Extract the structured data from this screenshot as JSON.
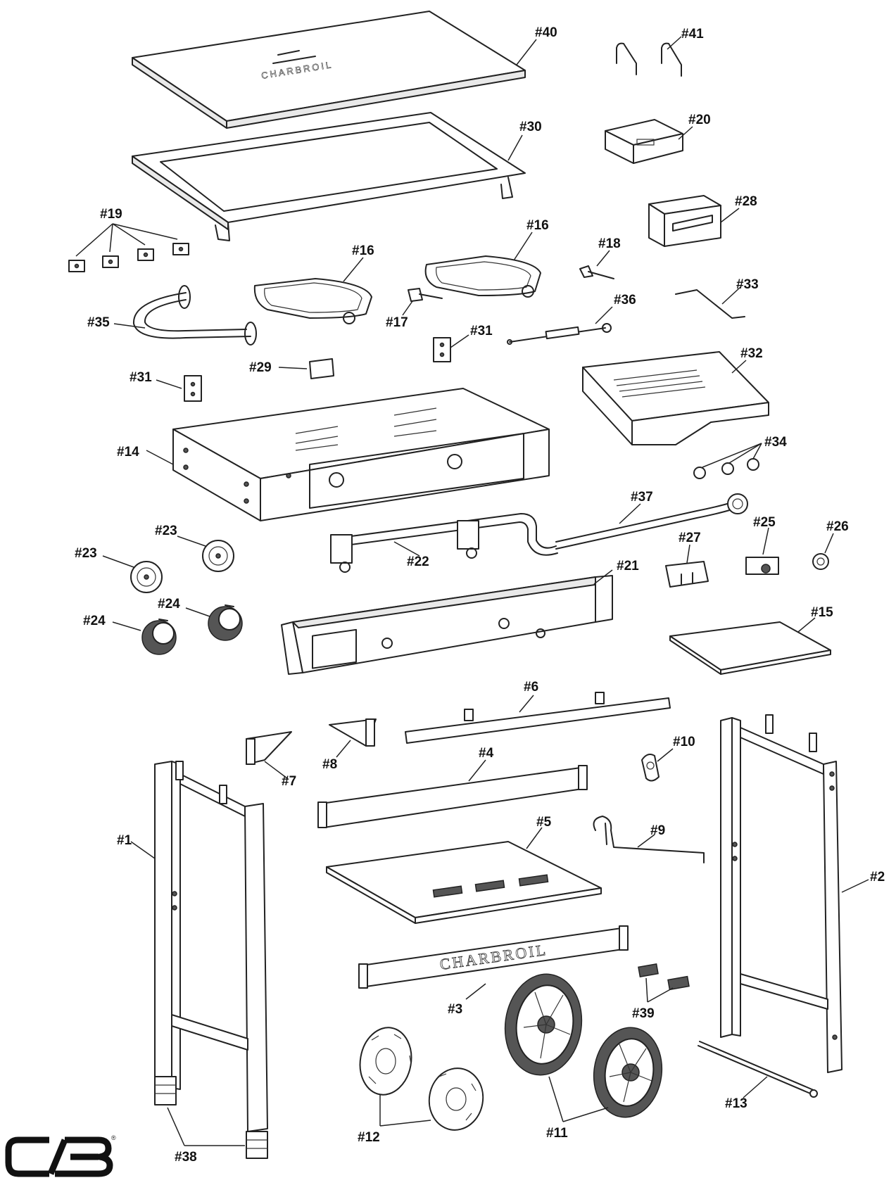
{
  "diagram": {
    "type": "exploded-parts-view",
    "brand_lid_text": "CHARBROIL",
    "brand_rail_text": "CHARBROIL",
    "logo_text": "C/B",
    "registered_mark": "®",
    "labels": {
      "p40": "#40",
      "p41": "#41",
      "p30": "#30",
      "p20": "#20",
      "p28": "#28",
      "p19": "#19",
      "p16a": "#16",
      "p16b": "#16",
      "p18": "#18",
      "p33": "#33",
      "p35": "#35",
      "p17": "#17",
      "p31a": "#31",
      "p36": "#36",
      "p31b": "#31",
      "p29": "#29",
      "p32": "#32",
      "p14": "#14",
      "p34": "#34",
      "p37": "#37",
      "p23a": "#23",
      "p23b": "#23",
      "p22": "#22",
      "p27": "#27",
      "p25": "#25",
      "p26": "#26",
      "p21": "#21",
      "p24a": "#24",
      "p24b": "#24",
      "p15": "#15",
      "p6": "#6",
      "p10": "#10",
      "p7": "#7",
      "p8": "#8",
      "p4": "#4",
      "p5": "#5",
      "p9": "#9",
      "p1": "#1",
      "p2": "#2",
      "p3": "#3",
      "p39": "#39",
      "p13": "#13",
      "p12": "#12",
      "p11": "#11",
      "p38": "#38"
    }
  }
}
